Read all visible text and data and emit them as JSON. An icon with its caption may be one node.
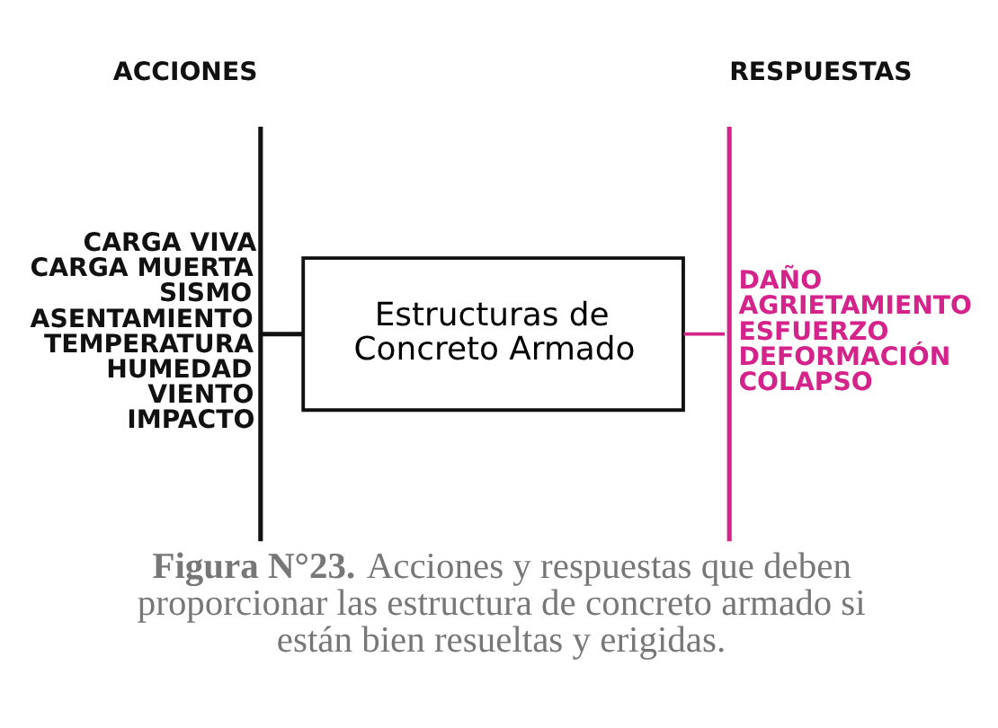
{
  "diagram": {
    "caption": "**Figura N°23.** Acciones y respuestas que deben proporcionar las estructura de concreto armado si están bien resueltas y erigidas.",
    "nodes": [
      {
        "text": [
          "ACCIONES"
        ],
        "beside": [
          "CARGA VIVA",
          "CARGA MUERTA",
          "SISMO",
          "ASENTAMIENTO",
          "TEMPERATURA",
          "HUMEDAD",
          "VIENTO",
          "IMPACTO"
        ]
      },
      {
        "text": [
          "Estructuras de Concreto Armado"
        ]
      },
      {
        "text": [
          "RESPUESTAS"
        ],
        "beside": [
          "DAÑO",
          "AGRIETAMIENTO",
          "ESFUERZO",
          "DEFORMACIÓN",
          "COLAPSO"
        ]
      }
    ],
    "edges": [
      {
        "from": 0,
        "to": 1,
        "arrow": "none"
      },
      {
        "from": 1,
        "to": 2,
        "arrow": "none",
        "color": "#d4238a"
      }
    ]
  }
}
